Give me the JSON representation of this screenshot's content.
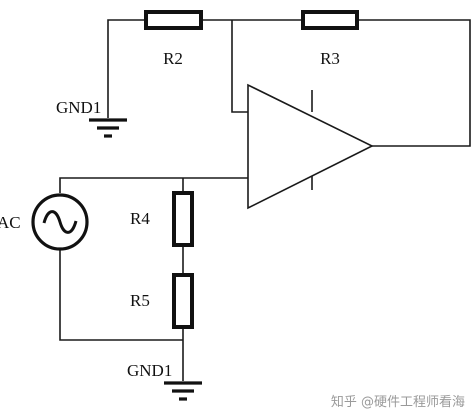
{
  "labels": {
    "r2": "R2",
    "r3": "R3",
    "r4": "R4",
    "r5": "R5",
    "gnd_top": "GND1",
    "gnd_bottom": "GND1",
    "source": "AC"
  },
  "watermark": {
    "text": "知乎 @硬件工程师看海",
    "color": "#9a9a9a"
  }
}
